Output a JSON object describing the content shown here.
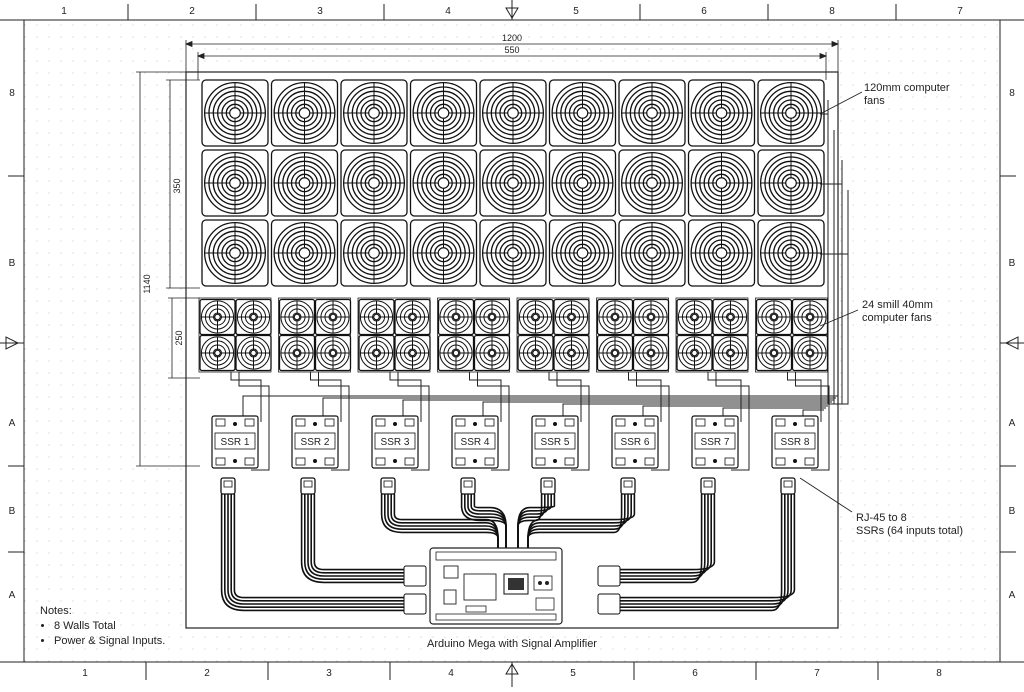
{
  "ruler": {
    "top_cols": [
      "1",
      "2",
      "3",
      "4",
      "5",
      "6",
      "8",
      "7"
    ],
    "bottom_cols": [
      "1",
      "2",
      "3",
      "4",
      "5",
      "6",
      "7",
      "8"
    ],
    "left_rows": [
      "8",
      "B",
      "A",
      "B",
      "A"
    ],
    "right_rows": [
      "8",
      "B",
      "A",
      "B",
      "A"
    ]
  },
  "dimensions": {
    "width_outer": "1200",
    "width_inner": "550",
    "height_total": "1140",
    "height_large_fans": "350",
    "height_small_fans": "250"
  },
  "labels": {
    "large_fans": "120mm computer fans",
    "small_fans": "24 smill 40mm computer fans",
    "rj45": "RJ-45 to 8 SSRs (64 inputs total)",
    "controller": "Arduino Mega with Signal Amplifier"
  },
  "ssr_labels": [
    "SSR 1",
    "SSR 2",
    "SSR 3",
    "SSR 4",
    "SSR 5",
    "SSR 6",
    "SSR 7",
    "SSR 8"
  ],
  "notes": {
    "title": "Notes:",
    "items": [
      "8 Walls Total",
      "Power & Signal Inputs."
    ]
  }
}
